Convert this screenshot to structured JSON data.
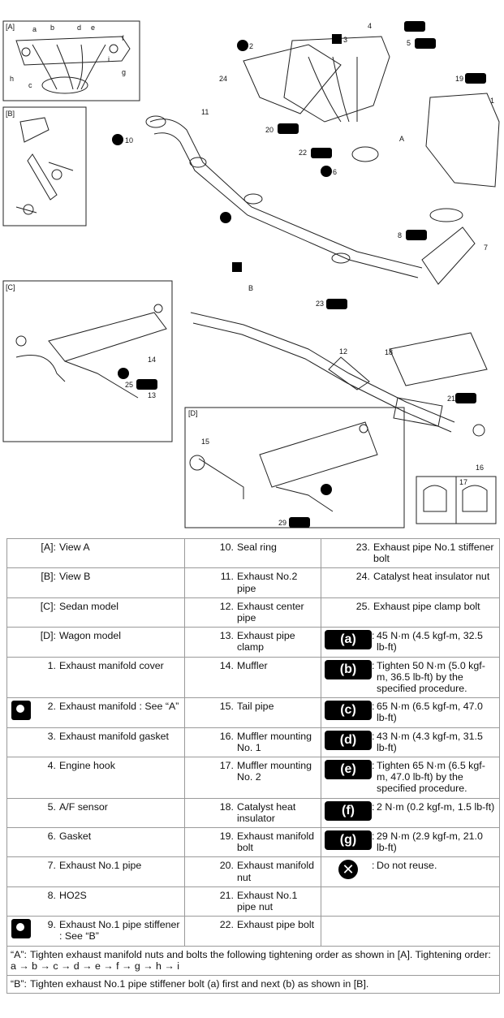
{
  "diagram": {
    "view_labels": [
      "[A]",
      "[B]",
      "[C]",
      "[D]"
    ],
    "callouts": {
      "n1": "1",
      "n2": "2",
      "n3": "3",
      "n4": "4",
      "n5": "5",
      "n6": "6",
      "n7": "7",
      "n8": "8",
      "n10": "10",
      "n11": "11",
      "n12": "12",
      "n13": "13",
      "n14": "14",
      "n15": "15",
      "n16": "16",
      "n17": "17",
      "n18": "18",
      "n19": "19",
      "n20": "20",
      "n21": "21",
      "n22": "22",
      "n23": "23",
      "n24": "24",
      "n25": "25",
      "n29": "29"
    },
    "letters": {
      "a": "a",
      "b": "b",
      "c": "c",
      "d": "d",
      "e": "e",
      "f": "f",
      "g": "g",
      "h": "h",
      "i": "i",
      "A": "A",
      "B": "B"
    }
  },
  "legend": {
    "rows": [
      {
        "c1": {
          "num": "[A]:",
          "text": "View A"
        },
        "c2": {
          "num": "10.",
          "text": "Seal ring"
        },
        "c3": {
          "num": "23.",
          "text": "Exhaust pipe No.1 stiffener bolt"
        }
      },
      {
        "c1": {
          "num": "[B]:",
          "text": "View B"
        },
        "c2": {
          "num": "11.",
          "text": "Exhaust No.2 pipe"
        },
        "c3": {
          "num": "24.",
          "text": "Catalyst heat insulator nut"
        }
      },
      {
        "c1": {
          "num": "[C]:",
          "text": "Sedan model"
        },
        "c2": {
          "num": "12.",
          "text": "Exhaust center pipe"
        },
        "c3": {
          "num": "25.",
          "text": "Exhaust pipe clamp bolt"
        }
      },
      {
        "c1": {
          "num": "[D]:",
          "text": "Wagon model"
        },
        "c2": {
          "num": "13.",
          "text": "Exhaust pipe clamp"
        },
        "c3": {
          "icon": "(a)",
          "text": "45 N·m (4.5 kgf-m, 32.5 lb-ft)"
        }
      },
      {
        "c1": {
          "num": "1.",
          "text": "Exhaust manifold cover"
        },
        "c2": {
          "num": "14.",
          "text": "Muffler"
        },
        "c3": {
          "icon": "(b)",
          "text": "Tighten 50 N·m (5.0 kgf-m, 36.5 lb-ft) by the specified procedure."
        }
      },
      {
        "c1": {
          "num": "2.",
          "text": "Exhaust manifold : See “A”",
          "tool": true
        },
        "c2": {
          "num": "15.",
          "text": "Tail pipe"
        },
        "c3": {
          "icon": "(c)",
          "text": "65 N·m (6.5 kgf-m, 47.0 lb-ft)"
        }
      },
      {
        "c1": {
          "num": "3.",
          "text": "Exhaust manifold gasket"
        },
        "c2": {
          "num": "16.",
          "text": "Muffler mounting No. 1"
        },
        "c3": {
          "icon": "(d)",
          "text": "43 N·m (4.3 kgf-m, 31.5 lb-ft)"
        }
      },
      {
        "c1": {
          "num": "4.",
          "text": "Engine hook"
        },
        "c2": {
          "num": "17.",
          "text": "Muffler mounting No. 2"
        },
        "c3": {
          "icon": "(e)",
          "text": "Tighten 65 N·m (6.5 kgf-m, 47.0 lb-ft) by the specified procedure."
        }
      },
      {
        "c1": {
          "num": "5.",
          "text": "A/F sensor"
        },
        "c2": {
          "num": "18.",
          "text": "Catalyst heat insulator"
        },
        "c3": {
          "icon": "(f)",
          "text": "2 N·m (0.2 kgf-m, 1.5 lb-ft)"
        }
      },
      {
        "c1": {
          "num": "6.",
          "text": "Gasket"
        },
        "c2": {
          "num": "19.",
          "text": "Exhaust manifold bolt"
        },
        "c3": {
          "icon": "(g)",
          "text": "29 N·m (2.9 kgf-m, 21.0 lb-ft)"
        }
      },
      {
        "c1": {
          "num": "7.",
          "text": "Exhaust No.1 pipe"
        },
        "c2": {
          "num": "20.",
          "text": "Exhaust manifold nut"
        },
        "c3": {
          "dnr": true,
          "text": "Do not reuse."
        }
      },
      {
        "c1": {
          "num": "8.",
          "text": "HO2S"
        },
        "c2": {
          "num": "21.",
          "text": "Exhaust No.1 pipe nut"
        },
        "c3": {
          "text": ""
        }
      },
      {
        "c1": {
          "num": "9.",
          "text": "Exhaust No.1 pipe stiffener : See “B”",
          "tool": true
        },
        "c2": {
          "num": "22.",
          "text": "Exhaust pipe bolt"
        },
        "c3": {
          "text": ""
        }
      }
    ],
    "notes": [
      {
        "label": "“A”:",
        "text": "Tighten exhaust manifold nuts and bolts the following tightening order as shown in [A]. Tightening order: a → b → c → d → e → f → g → h → i"
      },
      {
        "label": "“B”:",
        "text": "Tighten exhaust No.1 pipe stiffener bolt (a) first and next (b) as shown in [B]."
      }
    ]
  }
}
